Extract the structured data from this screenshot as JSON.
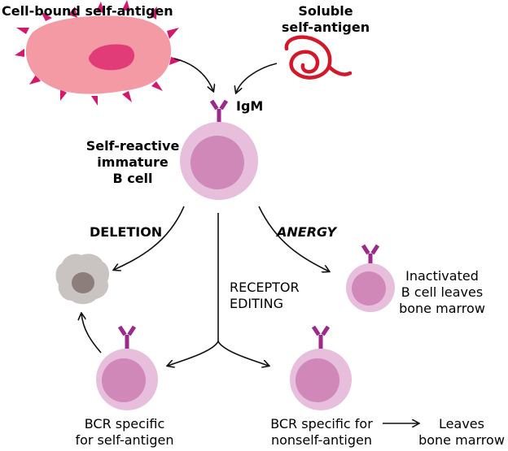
{
  "labels": {
    "cell_bound": "Cell-bound self-antigen",
    "soluble_line1": "Soluble",
    "soluble_line2": "self-antigen",
    "igm": "IgM",
    "self_reactive_line1": "Self-reactive",
    "self_reactive_line2": "immature",
    "self_reactive_line3": "B cell",
    "deletion": "DELETION",
    "anergy": "ANERGY",
    "receptor_line1": "RECEPTOR",
    "receptor_line2": "EDITING",
    "inactivated_line1": "Inactivated",
    "inactivated_line2": "B cell leaves",
    "inactivated_line3": "bone marrow",
    "bcr_self_line1": "BCR specific",
    "bcr_self_line2": "for self-antigen",
    "bcr_nonself_line1": "BCR specific for",
    "bcr_nonself_line2": "nonself-antigen",
    "leaves_line1": "Leaves",
    "leaves_line2": "bone marrow"
  },
  "colors": {
    "cell_outer": "#e7bedb",
    "cell_inner": "#cf88b8",
    "receptor": "#9b2a8a",
    "antigen_cell": "#f49aa4",
    "antigen_nucleus": "#e13b78",
    "spikes": "#d4186e",
    "soluble_antigen": "#d4182a",
    "dead_cell": "#c9c3c1",
    "dead_nucleus": "#8c7e7b"
  }
}
